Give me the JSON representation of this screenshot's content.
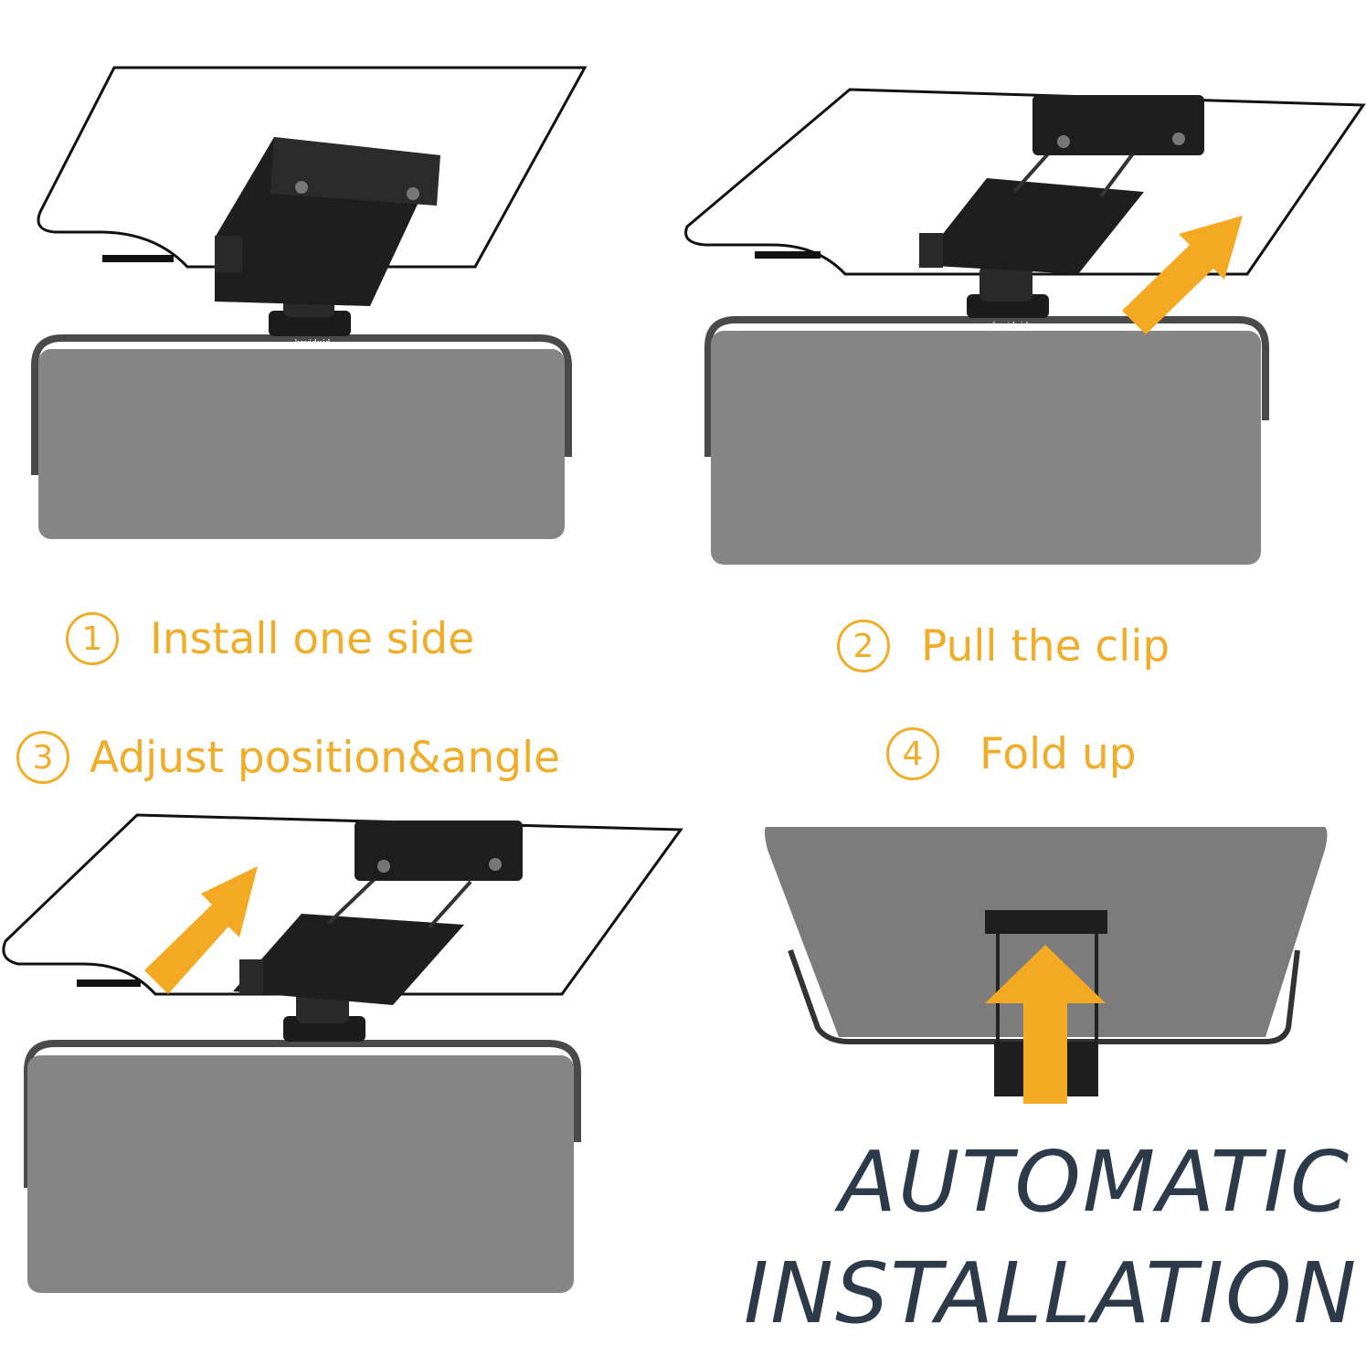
{
  "steps": [
    {
      "number": "1",
      "label": "Install one side"
    },
    {
      "number": "2",
      "label": "Pull the clip"
    },
    {
      "number": "3",
      "label": "Adjust position&angle"
    },
    {
      "number": "4",
      "label": "Fold up"
    }
  ],
  "headline": {
    "line1": "AUTOMATIC",
    "line2": "INSTALLATION"
  },
  "brand_mark": "keyiduid",
  "colors": {
    "accent": "#f0ad2a",
    "arrow": "#f3a922",
    "visor_panel": "#858585",
    "visor_frame": "#4a4a4a",
    "clip": "#1e1e1e",
    "headline": "#2d3a4a"
  }
}
